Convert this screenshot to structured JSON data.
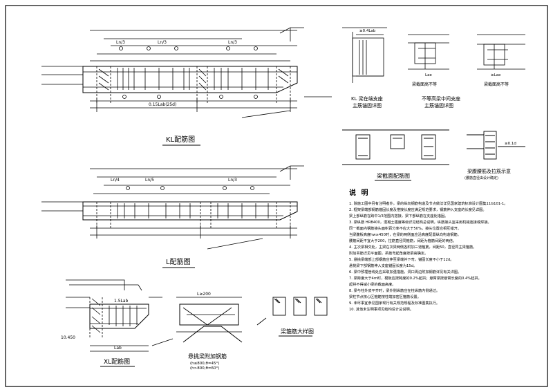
{
  "drawings": {
    "kl": {
      "title": "KL配筋图",
      "labels": {
        "l1": "Ln/3",
        "l2": "Ln/3",
        "l3": "Ln/3",
        "dim_bottom": "0.15Lab(25d)"
      }
    },
    "l": {
      "title": "L配筋图",
      "labels": {
        "l1": "Ln/4",
        "l2": "Ln/5",
        "l3": "Ln/3"
      }
    },
    "xl": {
      "title": "XL配筋图",
      "elev": "10.450",
      "labels": {
        "a": "Lab",
        "b": "1.5Lab"
      }
    },
    "cantilever": {
      "title": "悬挑梁附加钢筋",
      "sub1": "(h≤800,θ=45°)",
      "sub2": "(h>800,θ=60°)",
      "dim": "L≥200"
    },
    "stirrup": {
      "title": "梁箍筋大样图"
    },
    "anchor": {
      "title1": "KL 梁在端支座",
      "title1b": "主筋锚固详图",
      "title2": "不等高梁中间支座",
      "title2b": "主筋锚固详图",
      "sub_a": "梁截面高不等",
      "sub_b": "梁截面高不等",
      "dim1": "≥0.4Lab",
      "dim2": "Lae",
      "dim3": "≥Lae"
    },
    "section": {
      "title": "梁截面配筋图"
    },
    "waist": {
      "title": "梁腹腰筋及拉筋示意",
      "sub": "(腰筋直径由设计确定)",
      "dim": "≥0.1d"
    }
  },
  "notes": {
    "heading": "说 明",
    "lines": [
      "1. 除施工图中另有注明者外，梁的纵向钢筋构造及节点做法详见国家建筑标准设计图集11G101-1。",
      "2. 框架梁端部钢筋锚固长度及搭接长度应满足规范要求，钢筋伸入支座的长度见详图。",
      "   梁上部纵筋在跨中1/3范围内搭接，梁下部纵筋在支座处锚固。",
      "3. 梁纵筋 HRB400，混凝土强度等级详见结构总说明，纵筋接头宜采用机械连接或焊接。",
      "   同一截面内钢筋接头面积百分率不应大于50%，接头位置应相互错开。",
      "   当梁腹板高度hw≥450时，在梁的两侧面应沿高度配置纵向构造钢筋。",
      "   腰筋间距不宜大于200，拉筋直径同箍筋，间距为箍筋间距的两倍。",
      "4. 主次梁相交处，主梁在次梁两侧各附加三道箍筋，间距50，直径同主梁箍筋。",
      "   附加吊筋详见平面图，吊筋弯起角度按梁高确定。",
      "5. 悬挑梁端部上部钢筋应伸至梁端并下弯，锚固长度不小于12d。",
      "   悬挑梁下部钢筋伸入支座锚固长度为15d。",
      "6. 梁中预埋管线处应采取加强措施，洞口周边附加钢筋详见有关详图。",
      "7. 梁跨度大于4m时，模板应按跨度的0.2%起拱；悬臂梁按悬臂长度的0.4%起拱。",
      "   起拱不得减小梁的截面高度。",
      "8. 梁与柱外皮平齐时，梁外侧纵筋应在柱纵筋内侧通过。",
      "   梁柱节点核心区箍筋按柱端加密区箍筋设置。",
      "9. 未尽事宜参见国家现行有关规范规程及标准图集执行。",
      "10. 其他未注明事项见结构设计总说明。"
    ]
  }
}
